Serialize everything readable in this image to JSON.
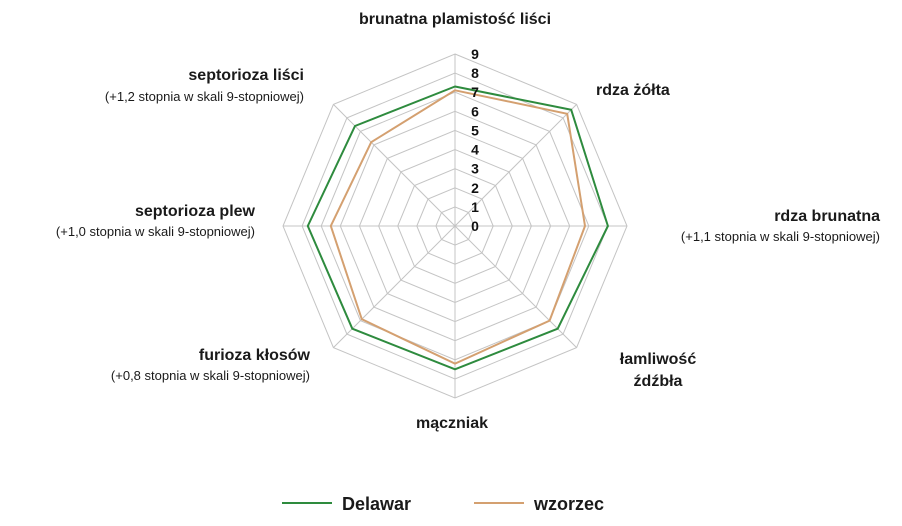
{
  "chart_data": {
    "type": "radar",
    "axes": [
      {
        "name": "brunatna plamistość liści",
        "note": ""
      },
      {
        "name": "rdza żółta",
        "note": ""
      },
      {
        "name": "rdza brunatna",
        "note": "(+1,1 stopnia w skali 9-stopniowej)"
      },
      {
        "name": "łamliwość",
        "name2": "źdźbła",
        "note": ""
      },
      {
        "name": "mączniak",
        "note": ""
      },
      {
        "name": "furioza kłosów",
        "note": "(+0,8 stopnia w skali 9-stopniowej)"
      },
      {
        "name": "septorioza plew",
        "note": "(+1,0 stopnia w skali 9-stopniowej)"
      },
      {
        "name": "septorioza liści",
        "note": "(+1,2 stopnia w skali 9-stopniowej)"
      }
    ],
    "ticks": [
      "0",
      "1",
      "2",
      "3",
      "4",
      "5",
      "6",
      "7",
      "8",
      "9"
    ],
    "range": [
      0,
      9
    ],
    "series": [
      {
        "name": "Delawar",
        "color": "#2e8b3e",
        "values": [
          7.3,
          8.6,
          8.0,
          7.6,
          7.5,
          7.6,
          7.7,
          7.4
        ]
      },
      {
        "name": "wzorzec",
        "color": "#d4a070",
        "values": [
          7.1,
          8.3,
          6.8,
          7.0,
          7.2,
          6.9,
          6.5,
          6.2
        ]
      }
    ],
    "grid": true,
    "legend": "bottom"
  }
}
